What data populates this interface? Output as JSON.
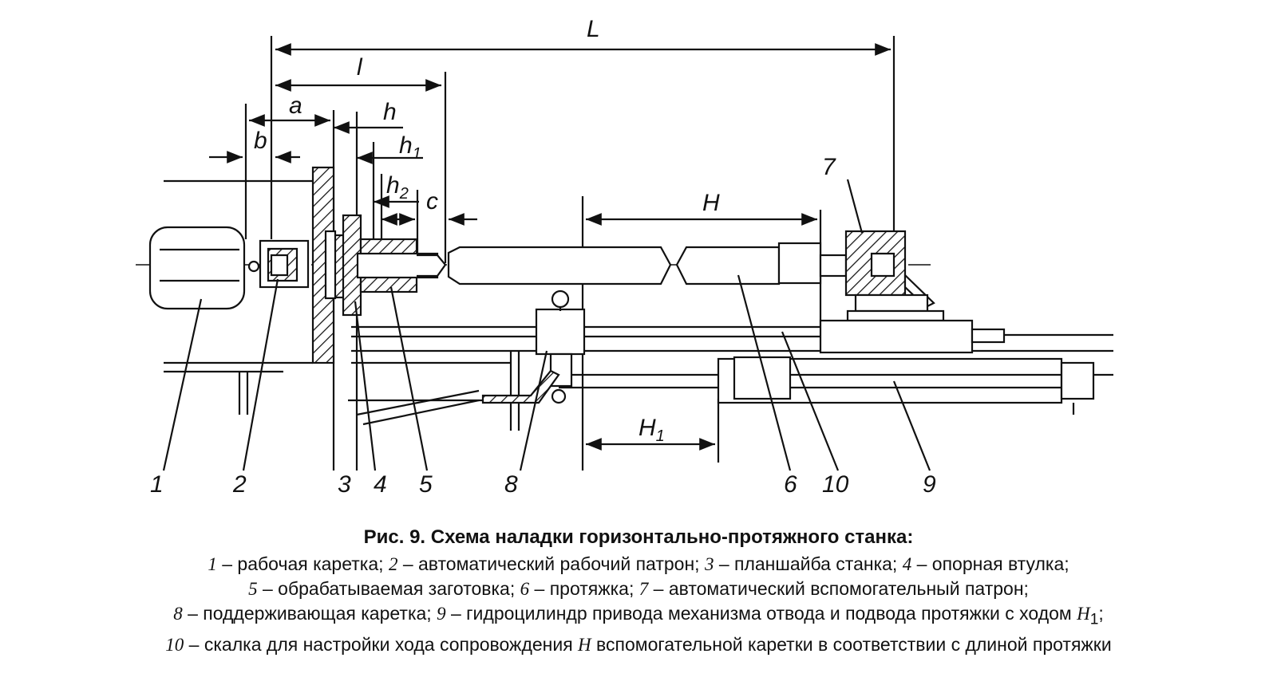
{
  "dimensions": {
    "L": "L",
    "l": "l",
    "a": "a",
    "b": "b",
    "h": "h",
    "h1_base": "h",
    "h1_sub": "1",
    "h2_base": "h",
    "h2_sub": "2",
    "c": "c",
    "H": "H",
    "H1_base": "H",
    "H1_sub": "1"
  },
  "callouts": {
    "n1": "1",
    "n2": "2",
    "n3": "3",
    "n4": "4",
    "n5": "5",
    "n6": "6",
    "n7": "7",
    "n8": "8",
    "n9": "9",
    "n10": "10"
  },
  "caption": {
    "title": "Рис. 9. Схема наладки горизонтально-протяжного станка:",
    "items": [
      {
        "num": "1",
        "text": " – рабочая каретка; "
      },
      {
        "num": "2",
        "text": " – автоматический рабочий патрон; "
      },
      {
        "num": "3",
        "text": " – планшайба станка; "
      },
      {
        "num": "4",
        "text": " – опорная втулка;"
      },
      {
        "num": "5",
        "text": " – обрабатываемая заготовка; "
      },
      {
        "num": "6",
        "text": " – протяжка; "
      },
      {
        "num": "7",
        "text": " – автоматический вспомогательный патрон;"
      },
      {
        "num": "8",
        "text": " – поддерживающая каретка; "
      },
      {
        "num": "9",
        "text": " – гидроцилиндр привода механизма отвода и подвода протяжки с ходом "
      },
      {
        "num": "10",
        "text": " – скалка для настройки хода сопровождения "
      }
    ],
    "h1_var": "H",
    "h1_sub": "1",
    "h1_end": ";",
    "h_var": "H",
    "line5_end": " вспомогательной каретки в соответствии с длиной протяжки"
  }
}
